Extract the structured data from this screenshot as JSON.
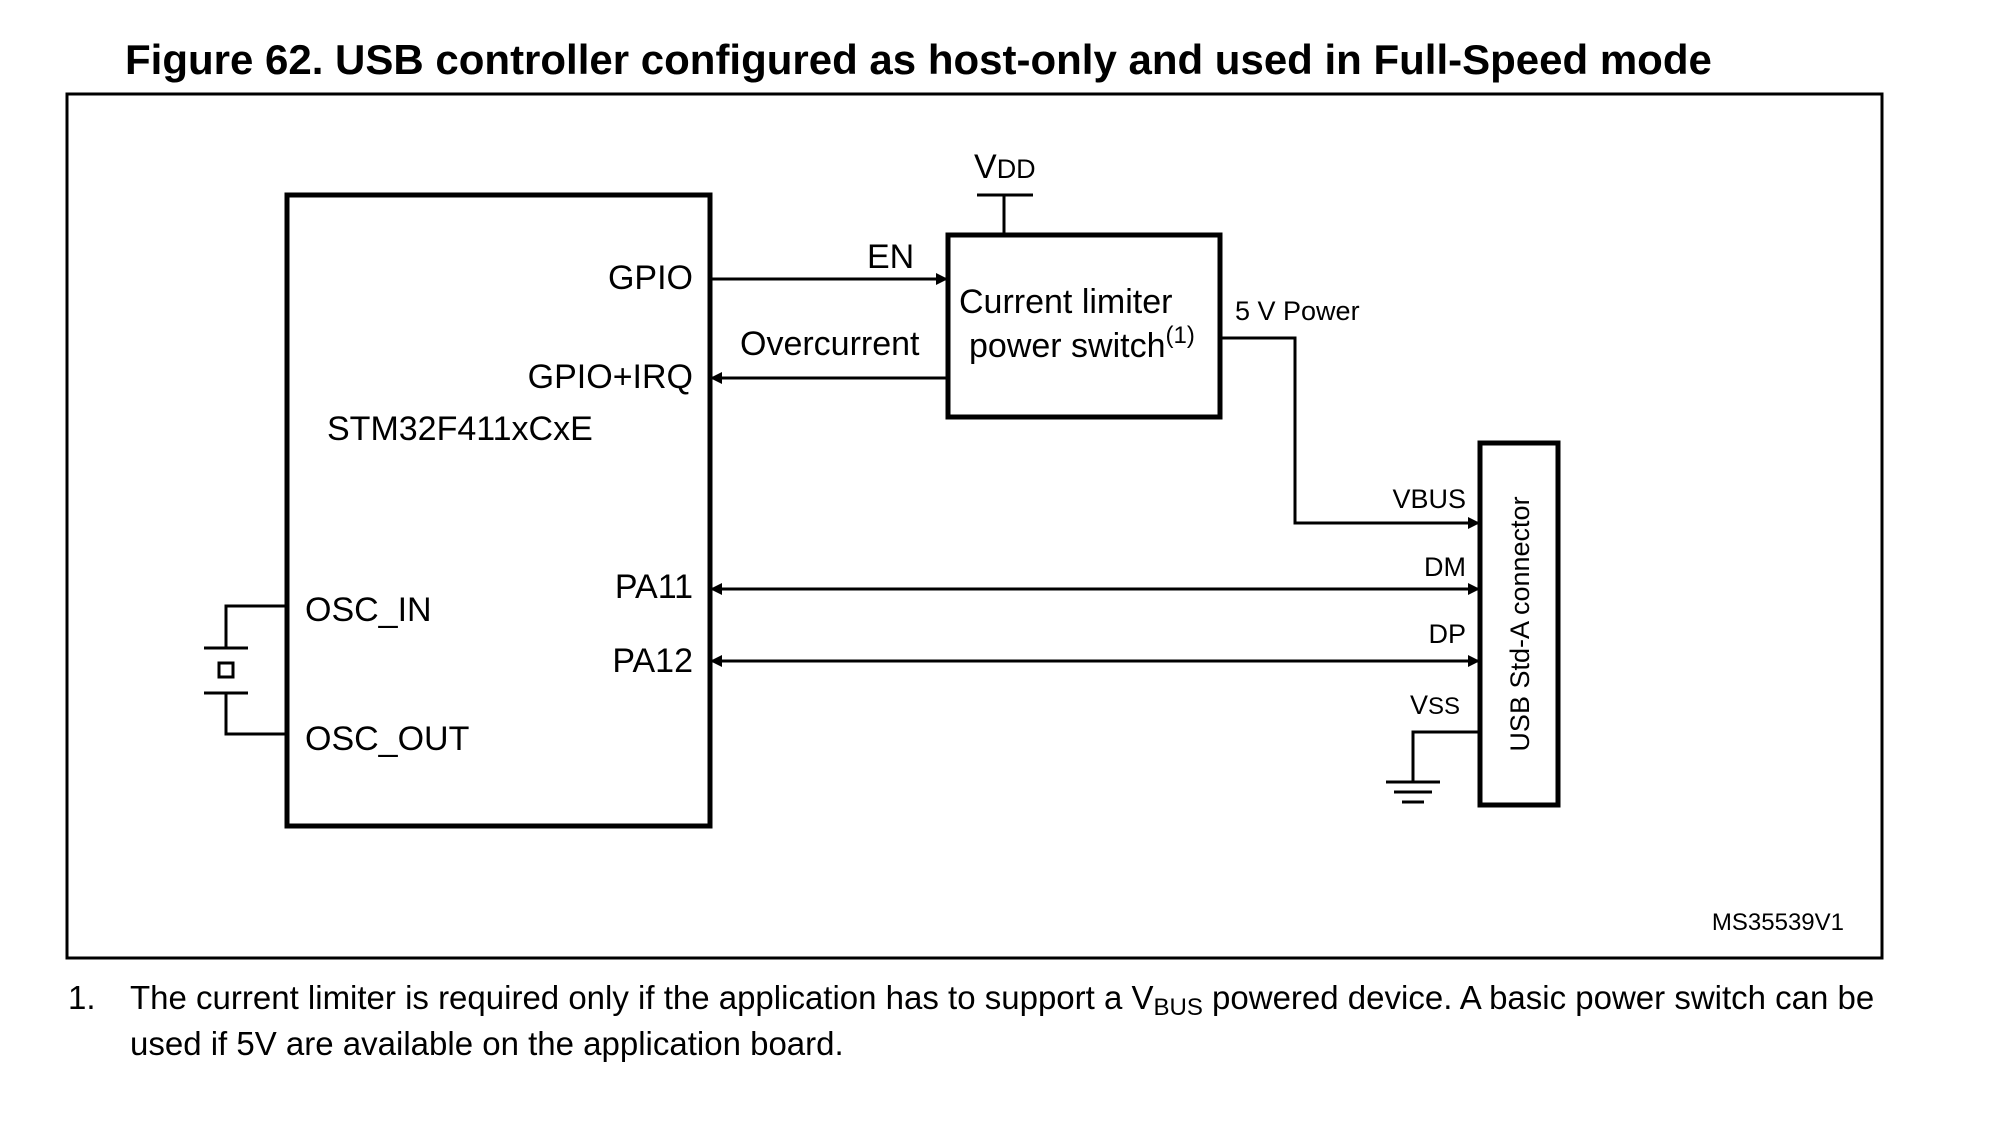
{
  "figure": {
    "title": "Figure 62. USB controller configured as host-only and used in Full-Speed mode",
    "id_code": "MS35539V1"
  },
  "mcu": {
    "name": "STM32F411xCxE",
    "pins": {
      "gpio": "GPIO",
      "gpio_irq": "GPIO+IRQ",
      "pa11": "PA11",
      "pa12": "PA12",
      "osc_in": "OSC_IN",
      "osc_out": "OSC_OUT"
    }
  },
  "power_switch": {
    "line1": "Current limiter",
    "line2": "power switch",
    "note_ref": "(1)",
    "supply_main": "V",
    "supply_sub": "DD"
  },
  "signals": {
    "en": "EN",
    "overcurrent": "Overcurrent",
    "power_5v": "5 V Power",
    "vbus": "VBUS",
    "dm": "DM",
    "dp": "DP",
    "vss_main": "V",
    "vss_sub": "SS"
  },
  "connector": {
    "label": "USB Std-A connector"
  },
  "footnote": {
    "number": "1.",
    "text_before": "The current limiter is required only if the application has to support a V",
    "text_sub": "BUS",
    "text_after": " powered device. A basic power switch can be used if 5V are available on the application board."
  }
}
